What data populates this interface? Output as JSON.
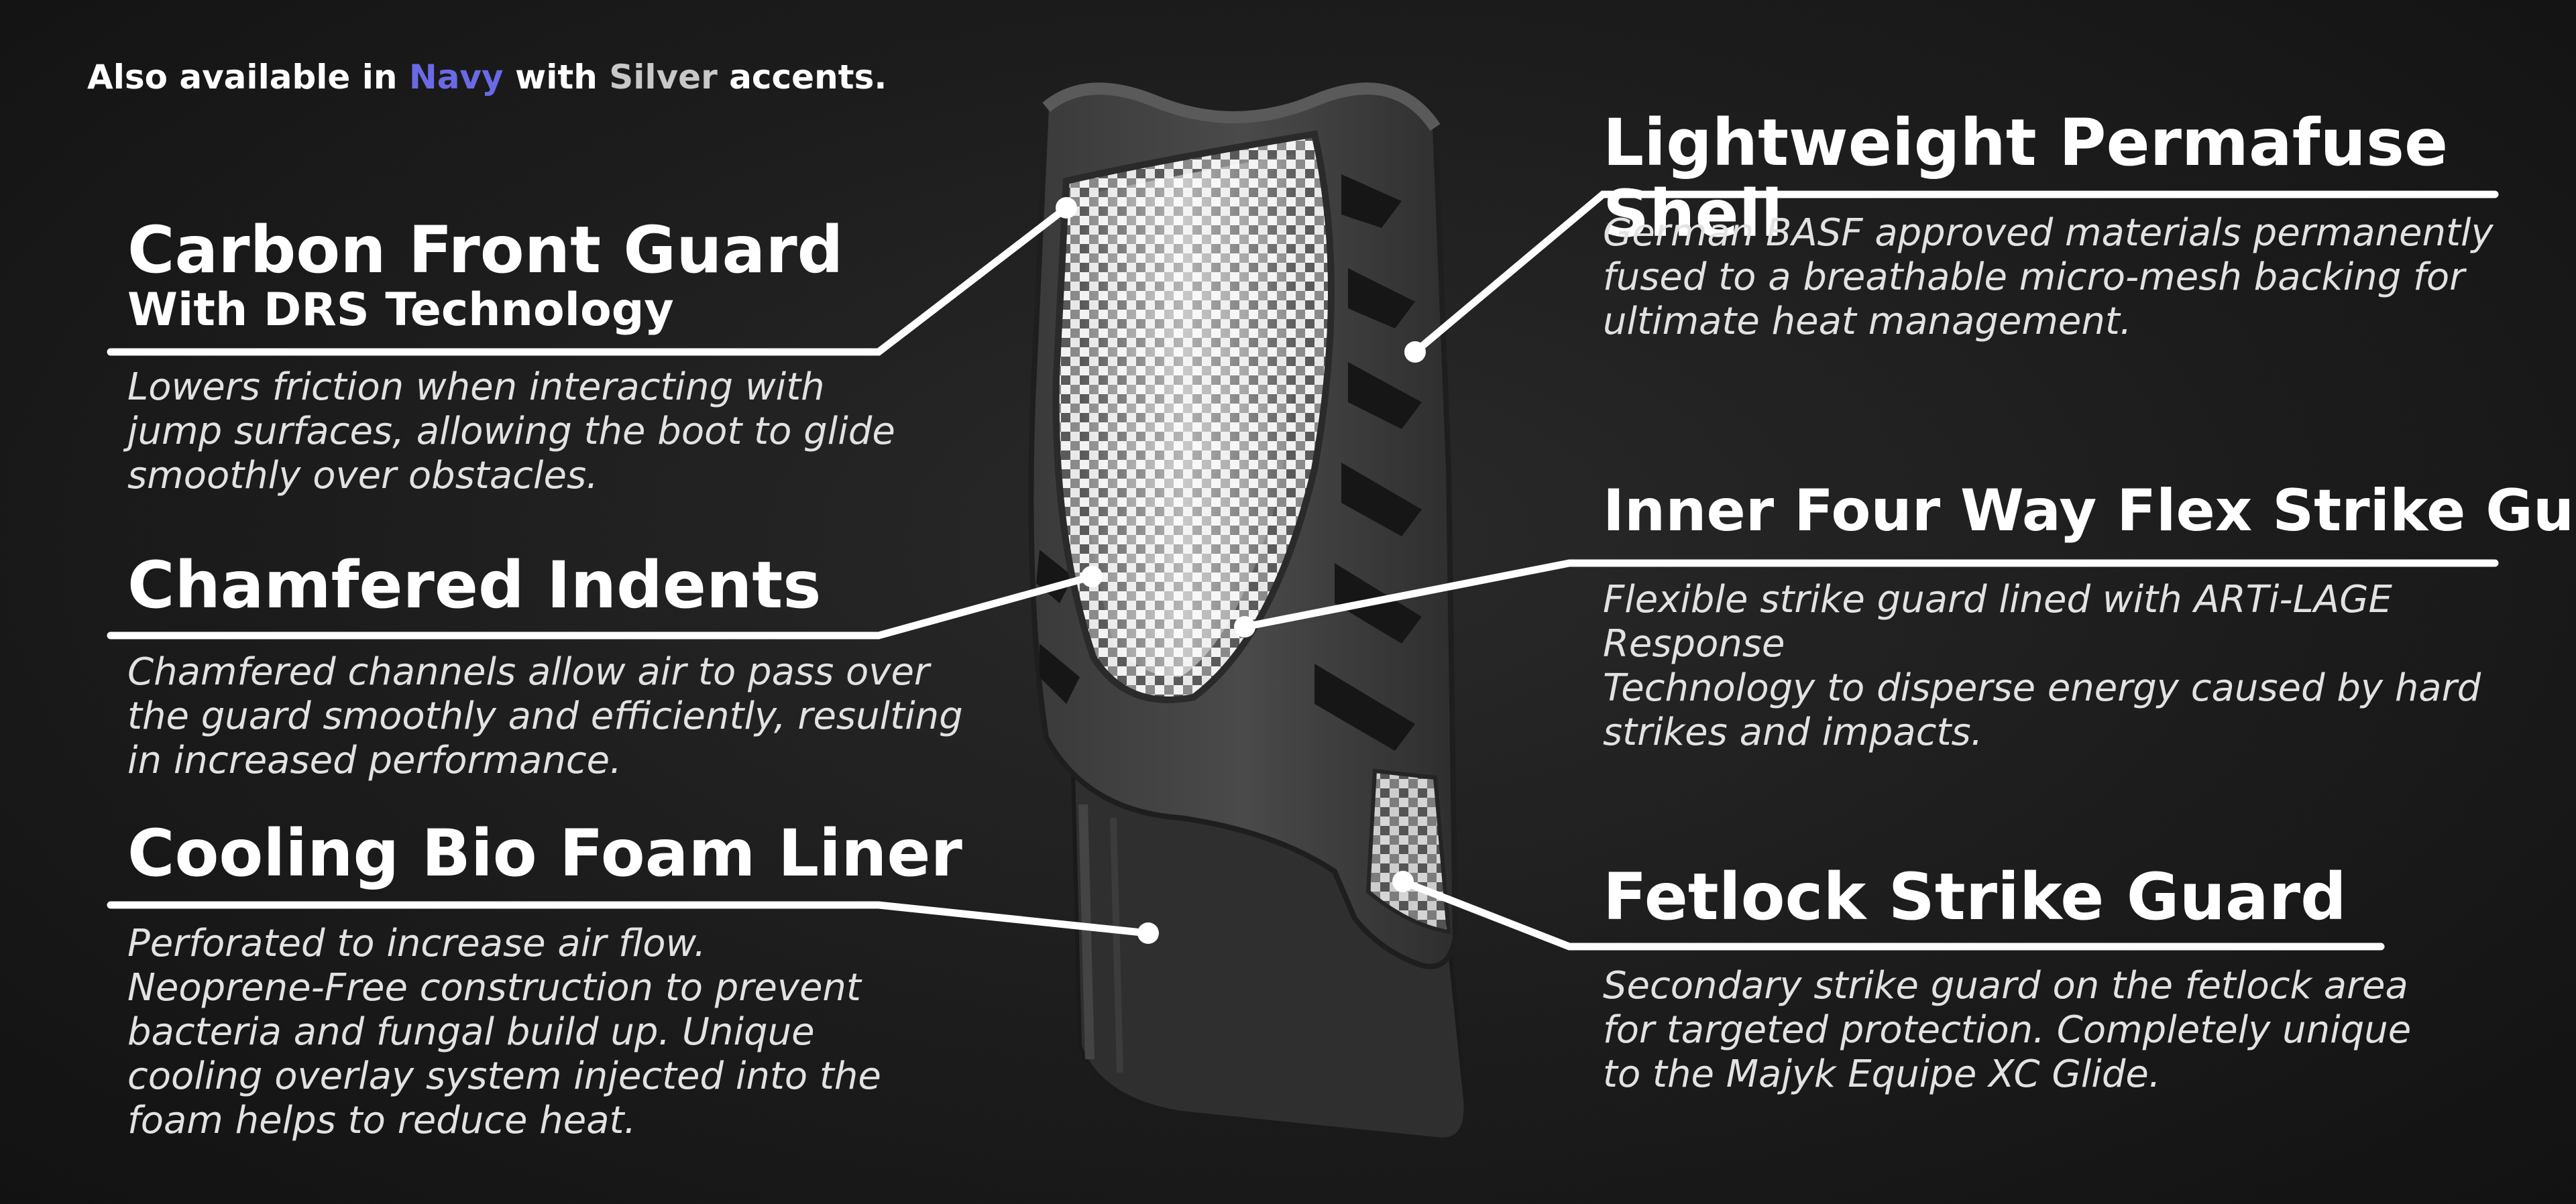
{
  "availability": {
    "pre": "Also available in ",
    "color1": "Navy",
    "mid": " with ",
    "color2": "Silver",
    "post": " accents.",
    "color1_hex": "#6a6ae6",
    "color2_hex": "#c8c8c8"
  },
  "features": {
    "carbon_front_guard": {
      "title": "Carbon Front Guard",
      "subtitle": "With DRS Technology",
      "desc": [
        "Lowers friction when interacting with",
        "jump surfaces, allowing the boot to glide",
        "smoothly over obstacles."
      ]
    },
    "chamfered_indents": {
      "title": "Chamfered Indents",
      "desc": [
        "Chamfered channels allow air to pass over",
        "the guard smoothly and efficiently, resulting",
        "in increased performance."
      ]
    },
    "cooling_liner": {
      "title": "Cooling Bio Foam Liner",
      "desc": [
        "Perforated to increase air flow.",
        "Neoprene-Free construction to prevent",
        "bacteria and fungal build up. Unique",
        "cooling overlay system injected into the",
        "foam helps to reduce heat."
      ]
    },
    "permafuse_shell": {
      "title": "Lightweight Permafuse Shell",
      "desc": [
        "German BASF approved materials permanently",
        "fused to a breathable micro-mesh backing for",
        "ultimate heat management."
      ]
    },
    "flex_strike_guard": {
      "title": "Inner Four Way Flex Strike Guard",
      "desc": [
        "Flexible strike guard lined with ARTi-LAGE Response",
        "Technology to disperse energy caused by hard",
        "strikes and impacts."
      ]
    },
    "fetlock_guard": {
      "title": "Fetlock Strike Guard",
      "desc": [
        "Secondary strike guard on the fetlock area",
        "for targeted protection. Completely unique",
        "to the Majyk Equipe XC Glide."
      ]
    }
  }
}
